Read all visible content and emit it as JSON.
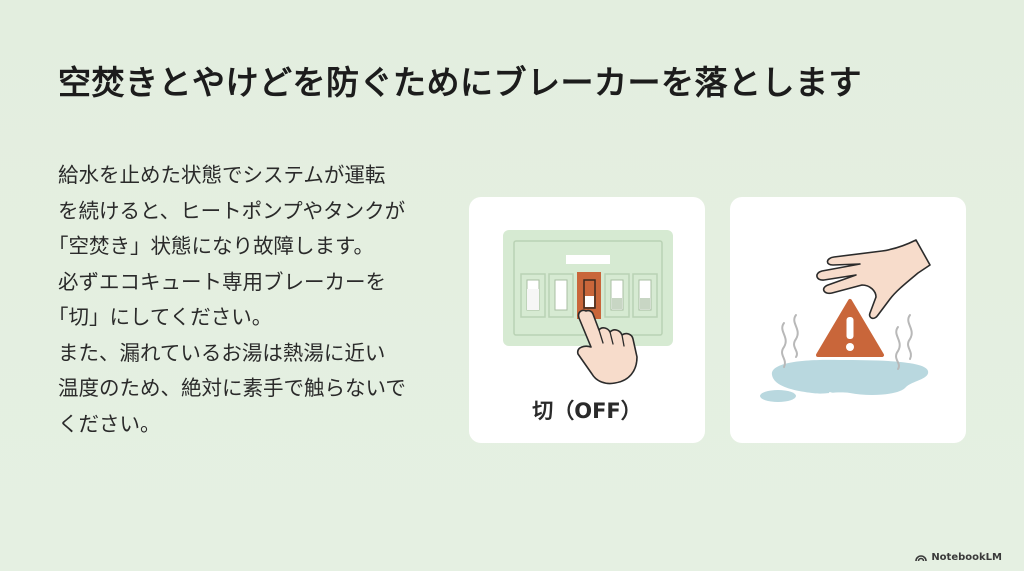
{
  "slide": {
    "title": "空焚きとやけどを防ぐためにブレーカーを落とします",
    "body_lines": [
      "給水を止めた状態でシステムが運転",
      "を続けると、ヒートポンプやタンクが",
      "「空焚き」状態になり故障します。",
      "必ずエコキュート専用ブレーカーを",
      "「切」にしてください。",
      "また、漏れているお湯は熱湯に近い",
      "温度のため、絶対に素手で触らないで",
      "ください。"
    ]
  },
  "illustrations": {
    "breaker": {
      "icon": "breaker-panel-hand-icon",
      "label": "切（OFF）",
      "highlight_color": "#c9663a"
    },
    "hot_water": {
      "icon": "hand-over-hot-water-warning-icon",
      "warning_color": "#c9663a",
      "water_color": "#b9d8df"
    }
  },
  "branding": {
    "label": "NotebookLM"
  },
  "colors": {
    "background": "#e4efe0",
    "card": "#ffffff",
    "accent": "#c9663a"
  }
}
